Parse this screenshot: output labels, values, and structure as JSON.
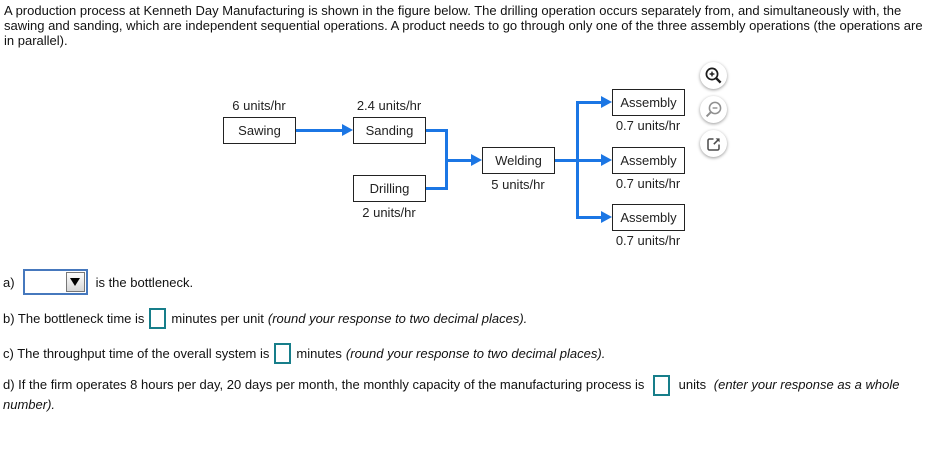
{
  "colors": {
    "flow_line": "#1b76e4",
    "node_border": "#222222",
    "answer_box_border": "#177e8a",
    "dropdown_border": "#4678bd"
  },
  "problem_text": "A production process at Kenneth Day Manufacturing is shown in the figure below. The drilling operation occurs separately from, and simultaneously with, the sawing and sanding, which are independent sequential operations. A product needs to go through only one of the three assembly operations (the operations are in parallel).",
  "figure": {
    "nodes": [
      {
        "label": "Sawing",
        "rate": "6 units/hr",
        "rate_position": "above"
      },
      {
        "label": "Sanding",
        "rate": "2.4 units/hr",
        "rate_position": "above"
      },
      {
        "label": "Drilling",
        "rate": "2 units/hr",
        "rate_position": "below"
      },
      {
        "label": "Welding",
        "rate": "5 units/hr",
        "rate_position": "below"
      },
      {
        "label": "Assembly",
        "rate": "0.7 units/hr",
        "rate_position": "below"
      },
      {
        "label": "Assembly",
        "rate": "0.7 units/hr",
        "rate_position": "below"
      },
      {
        "label": "Assembly",
        "rate": "0.7 units/hr",
        "rate_position": "below"
      }
    ],
    "edges": [
      {
        "from": "Sawing",
        "to": "Sanding"
      },
      {
        "from": "Sanding",
        "to": "Welding"
      },
      {
        "from": "Drilling",
        "to": "Welding"
      },
      {
        "from": "Welding",
        "to": "Assembly-1"
      },
      {
        "from": "Welding",
        "to": "Assembly-2"
      },
      {
        "from": "Welding",
        "to": "Assembly-3"
      }
    ],
    "toolbar_icons": [
      "zoom-in",
      "zoom-out",
      "open-in-new-window"
    ]
  },
  "questions": {
    "a": {
      "label": "a)",
      "dropdown_value": "",
      "text": "is the bottleneck."
    },
    "b": {
      "text_before": "b) The bottleneck time is",
      "input_value": "",
      "text_after": "minutes per unit",
      "note": "(round your response to two decimal places)."
    },
    "c": {
      "text_before": "c) The throughput time of the overall system is",
      "input_value": "",
      "text_after": "minutes",
      "note": "(round your response to two decimal places)."
    },
    "d": {
      "text_before": "d) If the firm operates 8 hours per day, 20 days per month, the monthly capacity of the manufacturing process is",
      "input_value": "",
      "text_after": "units",
      "note": "(enter your response as a whole number)."
    }
  }
}
